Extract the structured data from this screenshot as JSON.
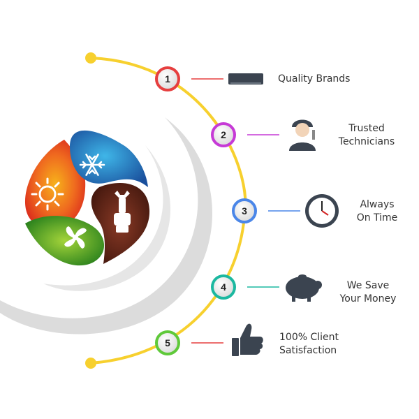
{
  "colors": {
    "arc": "#f7d02e",
    "shadow": "#dcdcdc",
    "red": "#e63f3f",
    "blue": "#1c5fb0",
    "brown": "#5c2416",
    "green": "#3a9a1c",
    "orange": "#f07b1f",
    "icon_dark": "#3b4450",
    "text": "#333333"
  },
  "wheel": {
    "segments": [
      {
        "name": "heating",
        "icon": "sun-icon",
        "color": "#e8481e"
      },
      {
        "name": "cooling",
        "icon": "snowflake-icon",
        "color": "#1c5fb0"
      },
      {
        "name": "repair",
        "icon": "wrench-fist-icon",
        "color": "#5c2416"
      },
      {
        "name": "ventilation",
        "icon": "fan-icon",
        "color": "#3a9a1c"
      }
    ]
  },
  "steps": [
    {
      "number": "1",
      "ring_color": "#e63f3f",
      "icon": "air-conditioner-icon",
      "lines": [
        "Quality Brands"
      ]
    },
    {
      "number": "2",
      "ring_color": "#c63ad6",
      "icon": "technician-icon",
      "lines": [
        "Trusted",
        "Technicians"
      ]
    },
    {
      "number": "3",
      "ring_color": "#4a86e8",
      "icon": "clock-icon",
      "lines": [
        "Always",
        "On Time"
      ]
    },
    {
      "number": "4",
      "ring_color": "#1cb8a0",
      "icon": "piggy-bank-icon",
      "lines": [
        "We Save",
        "Your Money"
      ]
    },
    {
      "number": "5",
      "ring_color": "#5fc93a",
      "icon": "thumbs-up-icon",
      "lines": [
        "100% Client",
        "Satisfaction"
      ]
    }
  ]
}
